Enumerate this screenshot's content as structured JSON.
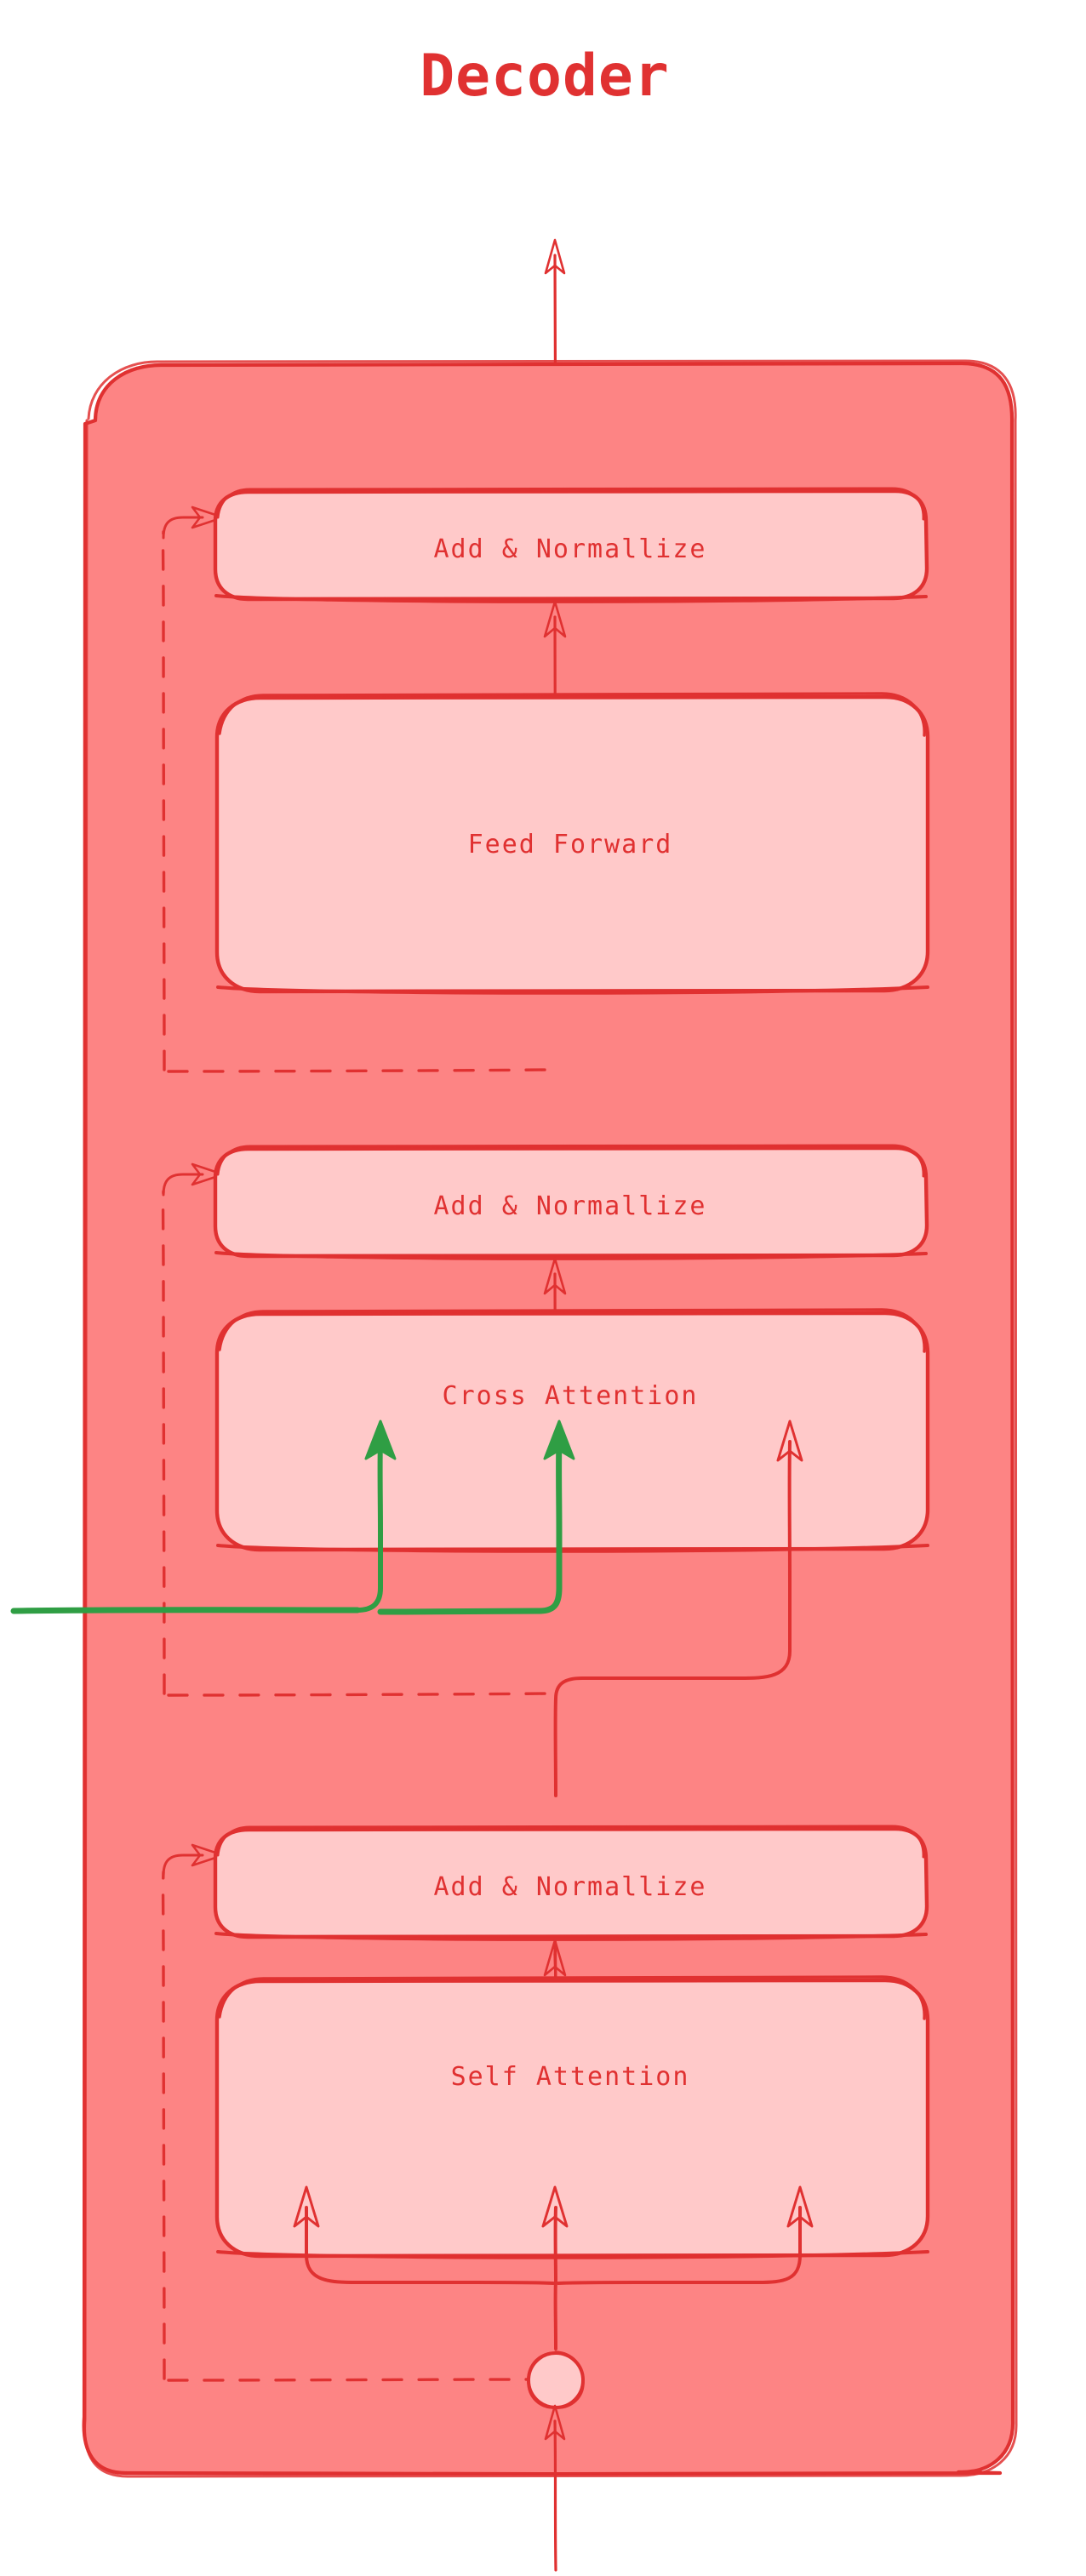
{
  "figure": {
    "title": "Decoder",
    "type": "diagram",
    "subject": "Transformer decoder block architecture",
    "style": "hand-drawn / sketchy (excalidraw-like)"
  },
  "colors": {
    "stroke_red": "#e03131",
    "panel_fill": "#fd8484",
    "box_fill": "#ffc9c9",
    "encoder_green": "#2f9e44",
    "background": "#ffffff"
  },
  "blocks": [
    {
      "id": "add-norm-top",
      "label": "Add & Normallize",
      "kind": "add-norm"
    },
    {
      "id": "feed-forward",
      "label": "Feed Forward",
      "kind": "sublayer"
    },
    {
      "id": "add-norm-middle",
      "label": "Add & Normallize",
      "kind": "add-norm"
    },
    {
      "id": "cross-attention",
      "label": "Cross Attention",
      "kind": "sublayer"
    },
    {
      "id": "add-norm-bottom",
      "label": "Add & Normallize",
      "kind": "add-norm"
    },
    {
      "id": "self-attention",
      "label": "Self Attention",
      "kind": "sublayer"
    }
  ],
  "connections": {
    "output_arrow": "decoder output (upward, top)",
    "input_arrow": "decoder input (upward, bottom)",
    "encoder_input": "encoder output (green, enters from left)",
    "residual_style": "dashed",
    "residual_count": 3,
    "self_attention_fan": 3,
    "cross_attention_fan": 3,
    "cross_attention_green_branches": 2,
    "split_node": "circle"
  },
  "nodes": {
    "split_circle_label": ""
  }
}
